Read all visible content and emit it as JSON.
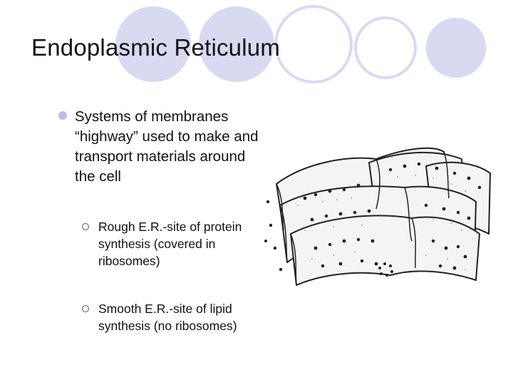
{
  "slide": {
    "title": "Endoplasmic Reticulum",
    "bullet": "Systems of membranes “highway” used to make and transport materials around the cell",
    "sub_bullets": [
      "Rough E.R.-site of protein synthesis (covered in ribosomes)",
      "Smooth E.R.-site of lipid synthesis (no ribosomes)"
    ]
  },
  "colors": {
    "circle_fill": "#d8daf2",
    "circle_outline": "#d8daf2",
    "bullet": "#b9bde6"
  },
  "icons": {
    "bullet_main": "filled-circle-bullet",
    "bullet_sub": "hollow-circle-bullet"
  }
}
